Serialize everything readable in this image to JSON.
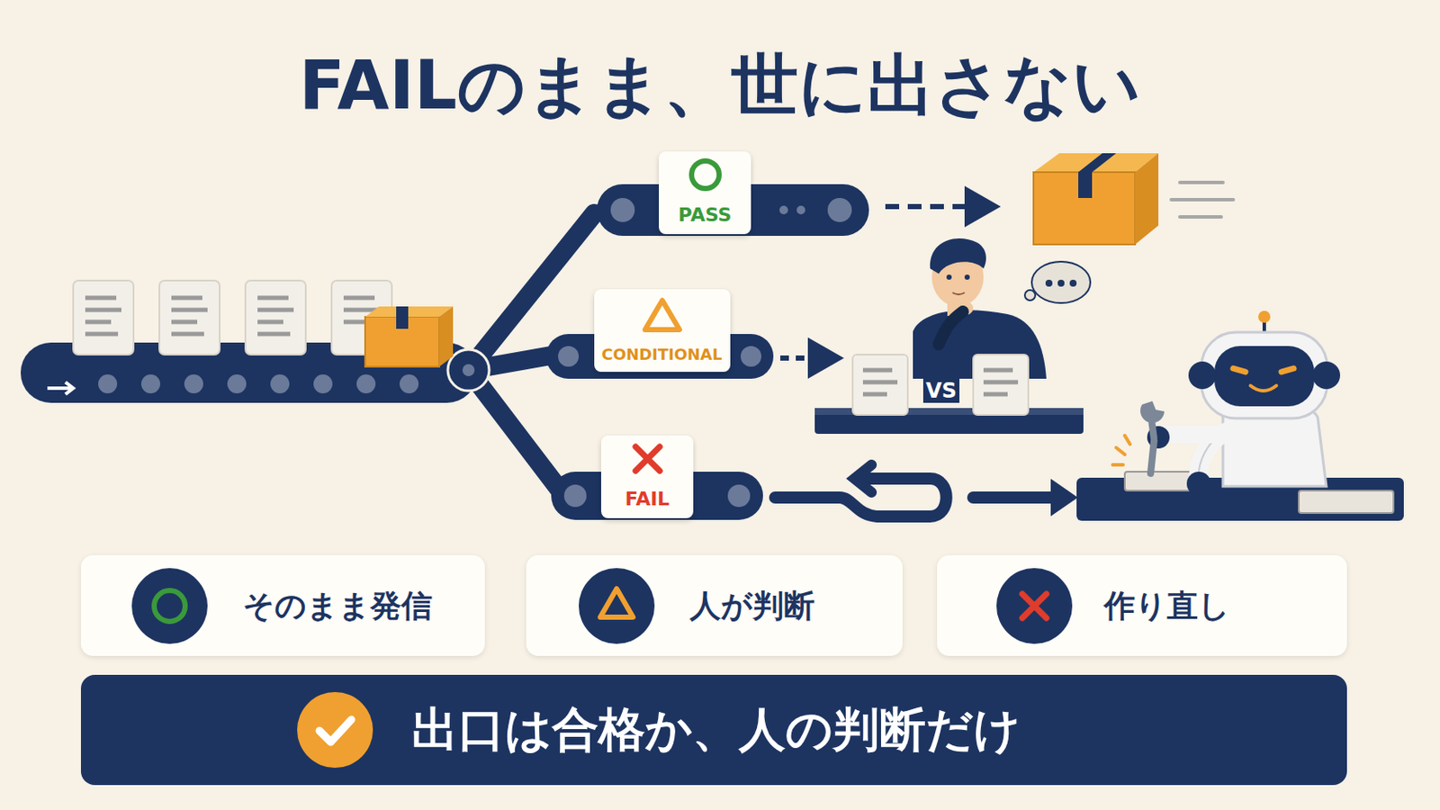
{
  "diagram": {
    "title": "FAILのまま、世に出さない",
    "nodes": [
      {
        "text": [
          "PASS"
        ]
      },
      {
        "text": [
          "CONDITIONAL"
        ]
      },
      {
        "text": [
          "FAIL"
        ]
      },
      {
        "text": [
          "そのまま発信"
        ]
      },
      {
        "text": [
          "人が判断"
        ]
      },
      {
        "text": [
          "作り直し"
        ]
      },
      {
        "text": [
          "出口は合格か、人の判断だけ"
        ]
      }
    ],
    "labels": [
      "VS"
    ]
  }
}
